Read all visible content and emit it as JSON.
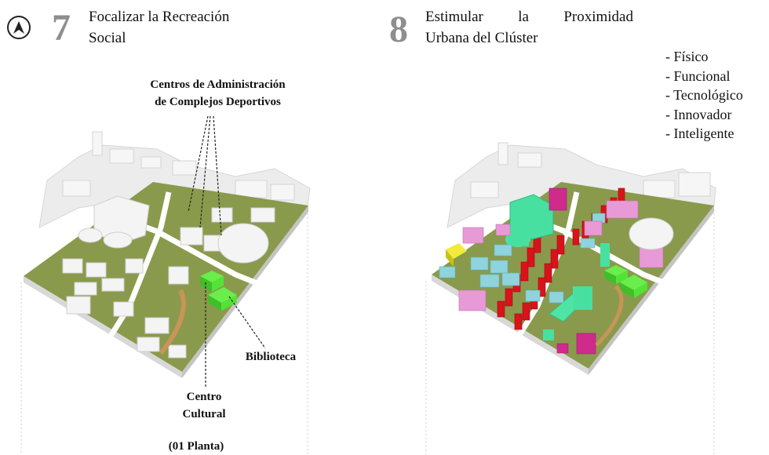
{
  "north_arrow": {
    "icon": "north-arrow-icon"
  },
  "left_panel": {
    "number": "7",
    "title_line1": "Focalizar la Recreación",
    "title_line2": "Social",
    "labels": {
      "admin_line1": "Centros de  Administración",
      "admin_line2": "de  Complejos Deportivos",
      "biblioteca": "Biblioteca",
      "centro_line1": "Centro",
      "centro_line2": "Cultural",
      "planta": "(01 Planta)"
    }
  },
  "right_panel": {
    "number": "8",
    "title_line1_words": [
      "Estimular",
      "la",
      "Proximidad"
    ],
    "title_line2": "Urbana del Clúster",
    "proximity_types": [
      "Físico",
      "Funcional",
      "Tecnológico",
      "Innovador",
      "Inteligente"
    ]
  },
  "colors": {
    "ground": "#8a9a4c",
    "building": "#f2f2f2",
    "highlight_green": "#55e236",
    "cyan": "#8fd3dc",
    "pink": "#e79ad6",
    "red": "#d9131b",
    "mint": "#48e0a0",
    "magenta": "#d02a8c",
    "yellow": "#e8e01a"
  }
}
